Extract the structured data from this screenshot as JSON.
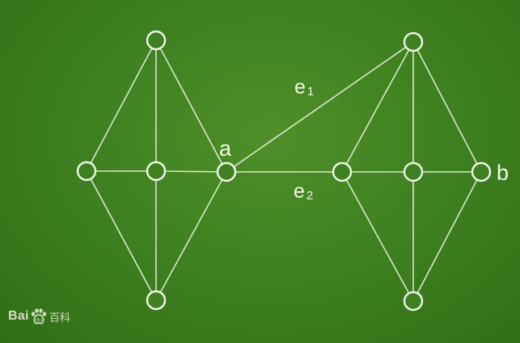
{
  "graph": {
    "nodes": [
      {
        "id": "n1"
      },
      {
        "id": "n2"
      },
      {
        "id": "n3"
      },
      {
        "id": "n4"
      },
      {
        "id": "a",
        "label": "a"
      },
      {
        "id": "n6"
      },
      {
        "id": "n7"
      },
      {
        "id": "n8"
      },
      {
        "id": "n9"
      },
      {
        "id": "b",
        "label": "b"
      }
    ],
    "edges": [
      {
        "from": "n1",
        "to": "n2"
      },
      {
        "from": "n1",
        "to": "n3"
      },
      {
        "from": "n1",
        "to": "a"
      },
      {
        "from": "n2",
        "to": "n3"
      },
      {
        "from": "n3",
        "to": "a"
      },
      {
        "from": "n4",
        "to": "n2"
      },
      {
        "from": "n4",
        "to": "n3"
      },
      {
        "from": "n4",
        "to": "a"
      },
      {
        "from": "a",
        "to": "n6",
        "label": "e",
        "sub": "1"
      },
      {
        "from": "a",
        "to": "n7",
        "label": "e",
        "sub": "2"
      },
      {
        "from": "n6",
        "to": "n7"
      },
      {
        "from": "n6",
        "to": "n8"
      },
      {
        "from": "n6",
        "to": "b"
      },
      {
        "from": "n7",
        "to": "n8"
      },
      {
        "from": "n8",
        "to": "b"
      },
      {
        "from": "n9",
        "to": "n7"
      },
      {
        "from": "n9",
        "to": "n8"
      },
      {
        "from": "n9",
        "to": "b"
      }
    ]
  },
  "colors": {
    "background": "#3f8121",
    "lines": "#e7efd8"
  },
  "watermark": {
    "latin": "Bai",
    "cjk": "百科",
    "icon": "paw-icon"
  }
}
